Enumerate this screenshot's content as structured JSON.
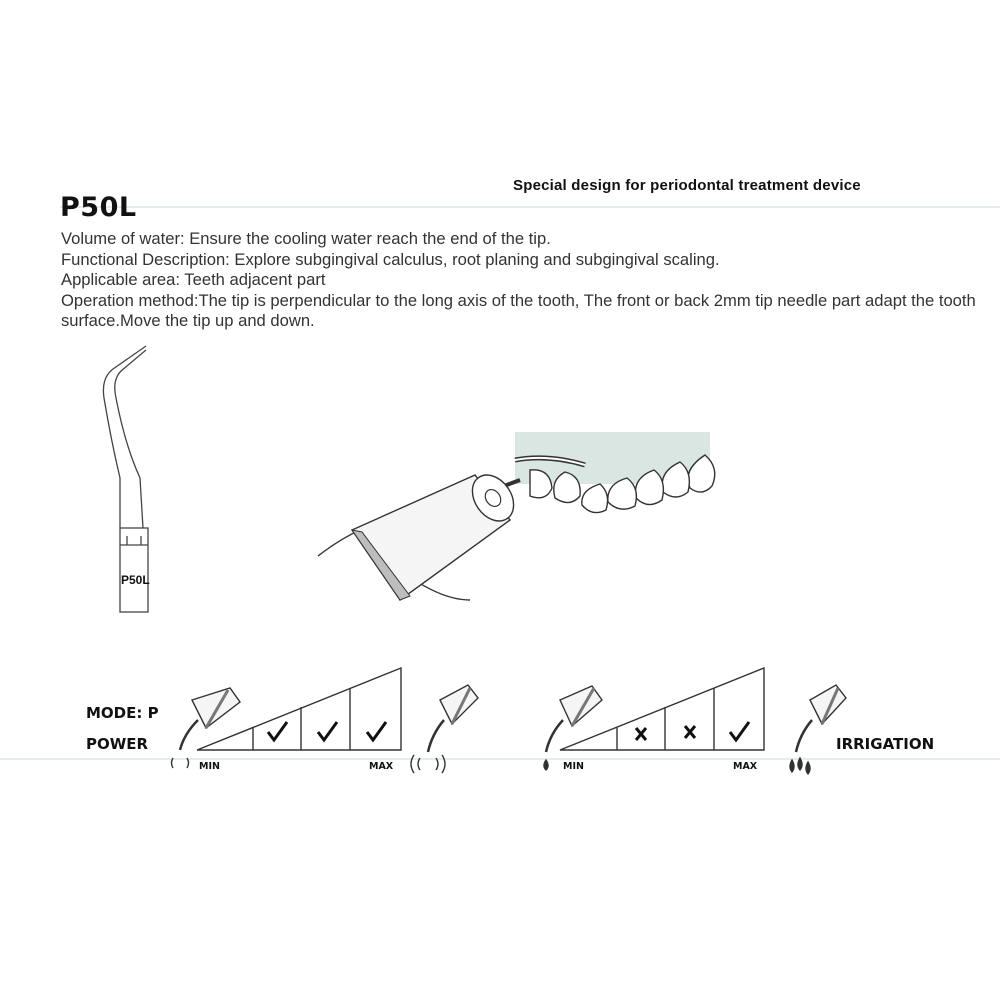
{
  "header": {
    "subtitle": "Special design for periodontal treatment device",
    "model": "P50L"
  },
  "description": [
    "Volume of water: Ensure the cooling water reach the end of the tip.",
    "Functional Description: Explore subgingival calculus, root planing and subgingival scaling.",
    "Applicable area: Teeth adjacent part",
    "Operation method:The tip is perpendicular to the long axis of the tooth, The front or back 2mm tip needle part adapt the tooth surface.Move the tip up and down."
  ],
  "tip_illustration": {
    "engraving": "P50L"
  },
  "settings": {
    "mode_label": "MODE: P",
    "power": {
      "label": "POWER",
      "min_label": "MIN",
      "max_label": "MAX",
      "levels": [
        "check",
        "check",
        "check"
      ]
    },
    "irrigation": {
      "label": "IRRIGATION",
      "min_label": "MIN",
      "max_label": "MAX",
      "levels": [
        "cross",
        "cross",
        "check"
      ]
    }
  },
  "colors": {
    "gum_background": "#d9e6e1",
    "handpiece_ring": "#bdbdbd",
    "divider": "#e6eceb"
  }
}
